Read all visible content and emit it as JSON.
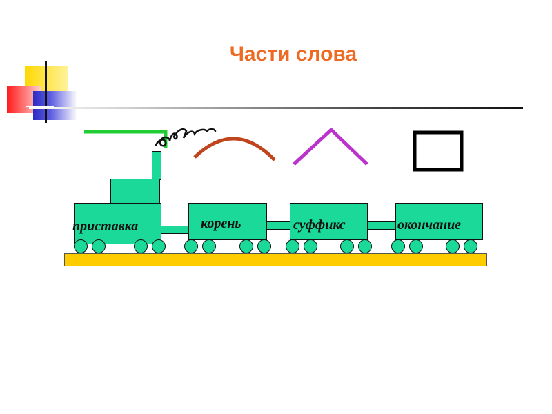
{
  "slide": {
    "title": "Части слова"
  },
  "train": {
    "cars": [
      {
        "id": "prefix",
        "label": "приставка"
      },
      {
        "id": "root",
        "label": "корень"
      },
      {
        "id": "suffix",
        "label": "суффикс"
      },
      {
        "id": "ending",
        "label": "окончание"
      }
    ]
  },
  "symbols": {
    "prefix": "bracket-sign-icon",
    "root": "arc-sign-icon",
    "suffix": "chevron-sign-icon",
    "ending": "square-sign-icon"
  },
  "colors": {
    "title": "#ee6a22",
    "car": "#1ad999",
    "rail": "#ffcc00",
    "prefix_sign": "#22cc33",
    "root_sign": "#c0451f",
    "suffix_sign": "#bb33cc",
    "ending_sign": "#000000"
  }
}
